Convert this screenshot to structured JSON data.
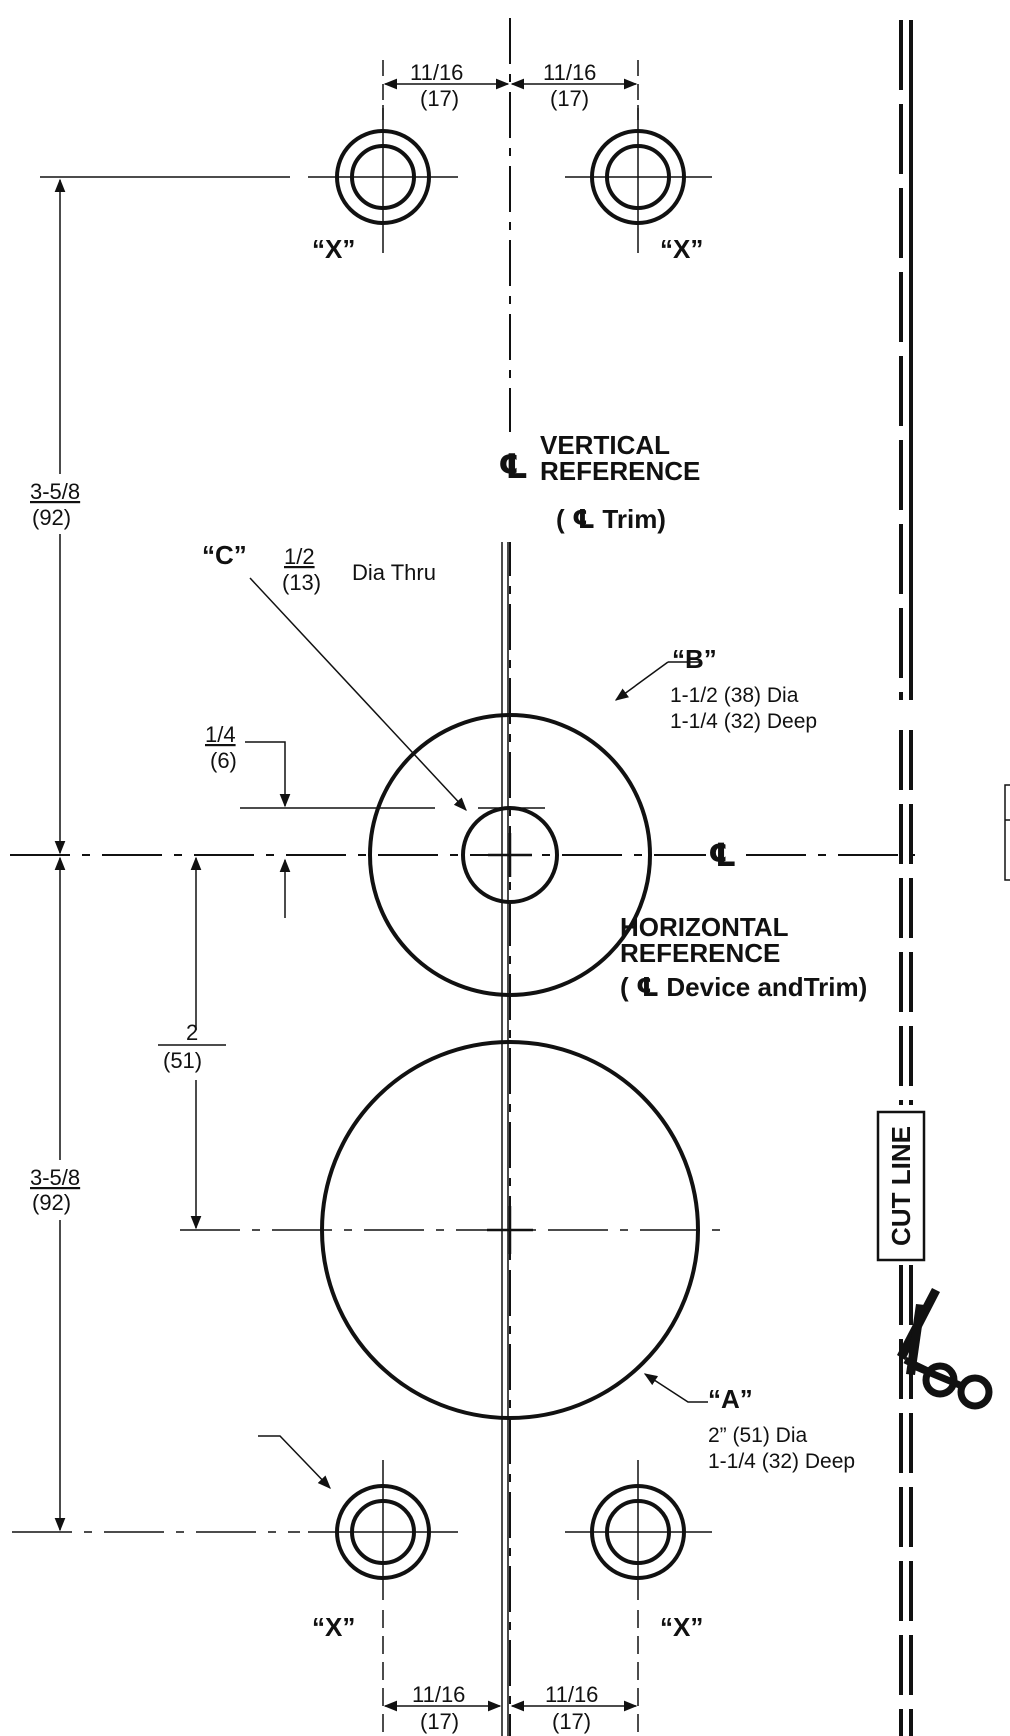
{
  "template": {
    "top_left_dim": {
      "fraction": "11/16",
      "mm": "(17)"
    },
    "top_right_dim": {
      "fraction": "11/16",
      "mm": "(17)"
    },
    "bottom_left_dim": {
      "fraction": "11/16",
      "mm": "(17)"
    },
    "bottom_right_dim": {
      "fraction": "11/16",
      "mm": "(17)"
    },
    "hole_x_label": "“X”",
    "vertical_dim_upper": {
      "fraction": "3-5/8",
      "mm": "(92)"
    },
    "vertical_dim_lower": {
      "fraction": "3-5/8",
      "mm": "(92)"
    },
    "offset_dim": {
      "fraction": "1/4",
      "mm": "(6)"
    },
    "center_dim": {
      "fraction": "2",
      "mm": "(51)"
    },
    "centerline_symbol": "℄",
    "vertical_reference": {
      "line1": "VERTICAL",
      "line2": "REFERENCE",
      "trim": "( ℄ Trim)"
    },
    "horizontal_reference": {
      "line1": "HORIZONTAL",
      "line2": "REFERENCE",
      "device": "( ℄  Device andTrim)"
    },
    "hole_c": {
      "label": "“C”",
      "fraction": "1/2",
      "mm": "(13)",
      "desc": "Dia Thru"
    },
    "hole_b": {
      "label": "“B”",
      "line1": "1-1/2 (38) Dia",
      "line2": "1-1/4 (32) Deep"
    },
    "hole_a": {
      "label": "“A”",
      "line1": "2” (51) Dia",
      "line2": "1-1/4 (32) Deep"
    },
    "cut_line": "CUT LINE"
  }
}
